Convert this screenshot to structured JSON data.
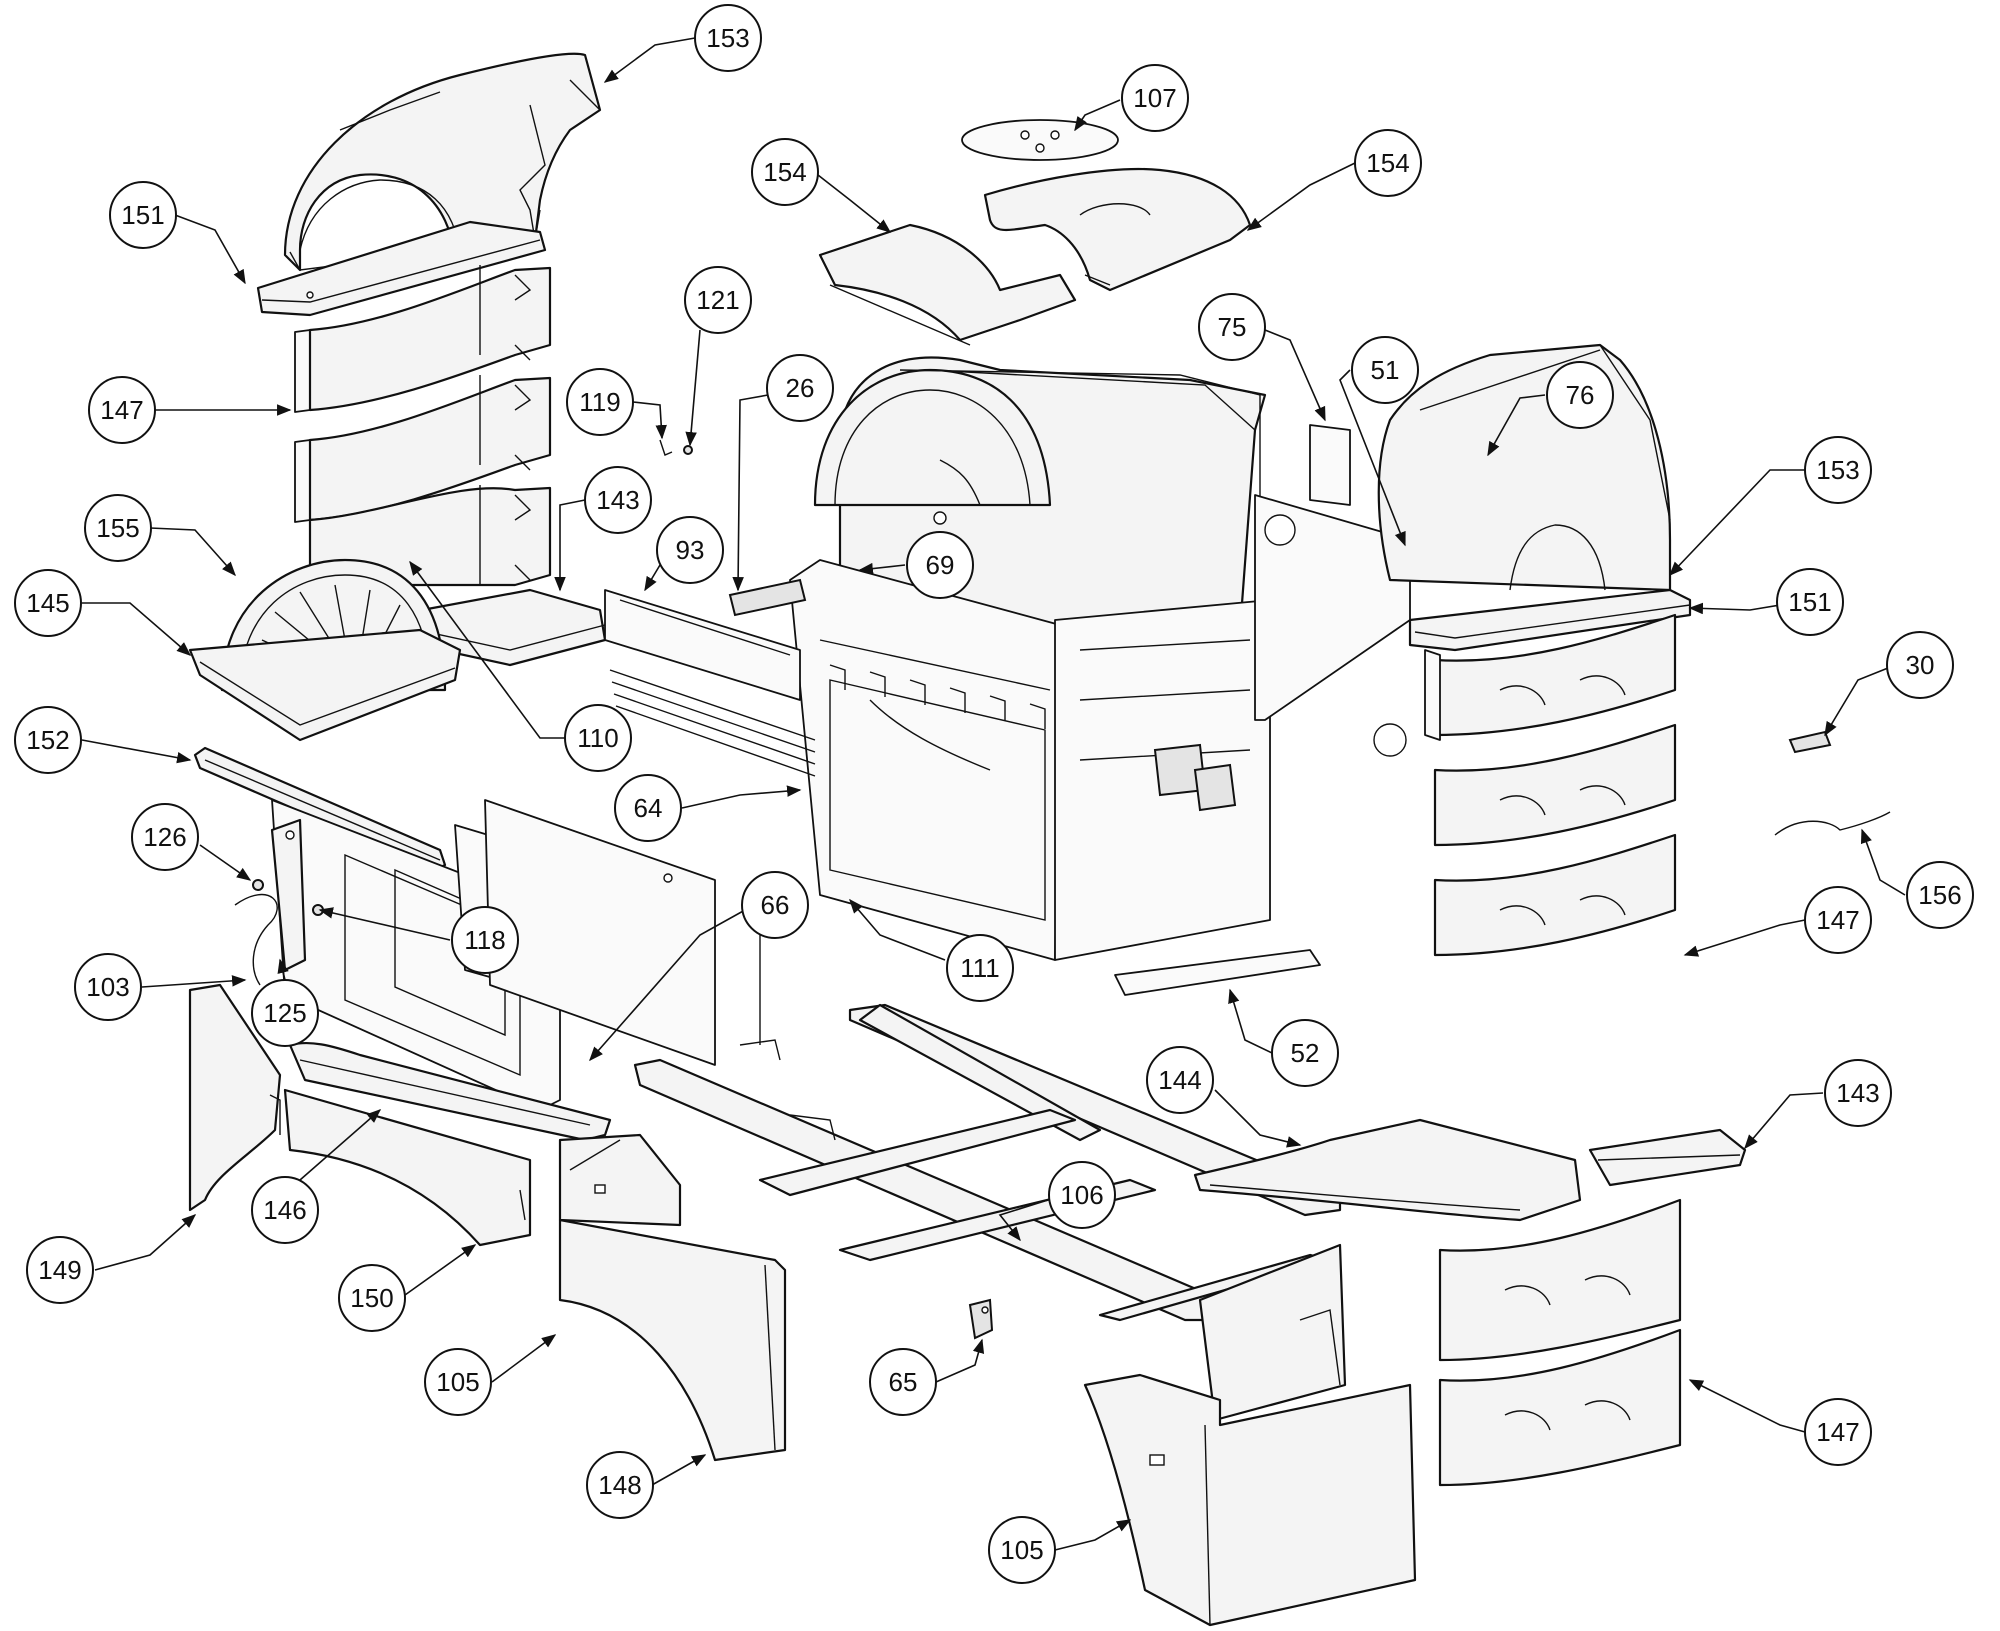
{
  "diagram": {
    "callouts": [
      {
        "id": "c153a",
        "label": "153"
      },
      {
        "id": "c151a",
        "label": "151"
      },
      {
        "id": "c147a",
        "label": "147"
      },
      {
        "id": "c155",
        "label": "155"
      },
      {
        "id": "c145",
        "label": "145"
      },
      {
        "id": "c143a",
        "label": "143"
      },
      {
        "id": "c152",
        "label": "152"
      },
      {
        "id": "c126",
        "label": "126"
      },
      {
        "id": "c103",
        "label": "103"
      },
      {
        "id": "c125",
        "label": "125"
      },
      {
        "id": "c118",
        "label": "118"
      },
      {
        "id": "c149",
        "label": "149"
      },
      {
        "id": "c146",
        "label": "146"
      },
      {
        "id": "c150",
        "label": "150"
      },
      {
        "id": "c105a",
        "label": "105"
      },
      {
        "id": "c148",
        "label": "148"
      },
      {
        "id": "c119",
        "label": "119"
      },
      {
        "id": "c121",
        "label": "121"
      },
      {
        "id": "c26",
        "label": "26"
      },
      {
        "id": "c93",
        "label": "93"
      },
      {
        "id": "c110",
        "label": "110"
      },
      {
        "id": "c64",
        "label": "64"
      },
      {
        "id": "c66",
        "label": "66"
      },
      {
        "id": "c69",
        "label": "69"
      },
      {
        "id": "c111",
        "label": "111"
      },
      {
        "id": "c154a",
        "label": "154"
      },
      {
        "id": "c107",
        "label": "107"
      },
      {
        "id": "c154b",
        "label": "154"
      },
      {
        "id": "c75",
        "label": "75"
      },
      {
        "id": "c51",
        "label": "51"
      },
      {
        "id": "c76",
        "label": "76"
      },
      {
        "id": "c153b",
        "label": "153"
      },
      {
        "id": "c151b",
        "label": "151"
      },
      {
        "id": "c30",
        "label": "30"
      },
      {
        "id": "c156",
        "label": "156"
      },
      {
        "id": "c147b",
        "label": "147"
      },
      {
        "id": "c52",
        "label": "52"
      },
      {
        "id": "c144",
        "label": "144"
      },
      {
        "id": "c143b",
        "label": "143"
      },
      {
        "id": "c106",
        "label": "106"
      },
      {
        "id": "c65",
        "label": "65"
      },
      {
        "id": "c147c",
        "label": "147"
      },
      {
        "id": "c105b",
        "label": "105"
      }
    ]
  }
}
